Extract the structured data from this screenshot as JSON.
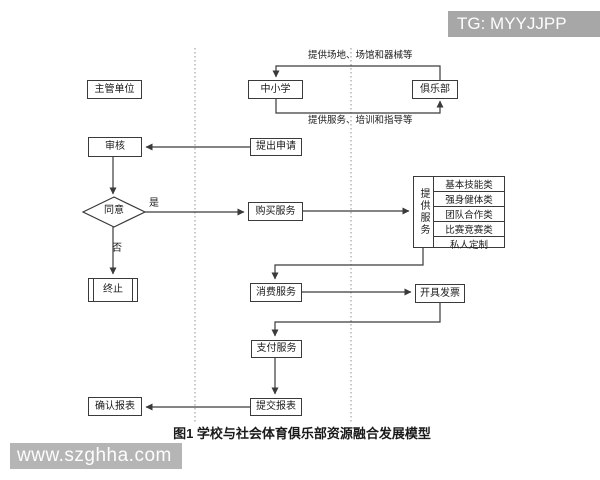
{
  "watermark_top": "TG: MYYJJPP",
  "watermark_bottom": "www.szghha.com",
  "caption": "图1  学校与社会体育俱乐部资源融合发展模型",
  "nodes": {
    "supervisor": "主管单位",
    "school": "中小学",
    "club": "俱乐部",
    "apply": "提出申请",
    "review": "审核",
    "decision": "同意",
    "purchase": "购买服务",
    "terminate": "终止",
    "consume": "消费服务",
    "invoice": "开具发票",
    "pay": "支付服务",
    "submit_report": "提交报表",
    "confirm_report": "确认报表"
  },
  "provide_services": {
    "label": "提供服务",
    "items": [
      "基本技能类",
      "强身健体类",
      "团队合作类",
      "比赛竞赛类",
      "私人定制"
    ]
  },
  "edge_labels": {
    "club_to_school": "提供场地、场馆和器械等",
    "school_to_club": "提供服务、培训和指导等",
    "yes": "是",
    "no": "否"
  },
  "colors": {
    "line": "#3a3a3a",
    "border": "#3a3a3a",
    "text": "#1a1a1a",
    "wm_top_bg": "#a7a7a7",
    "wm_bottom_bg": "#b5b5b5",
    "wm_text": "#fdfdfd"
  }
}
